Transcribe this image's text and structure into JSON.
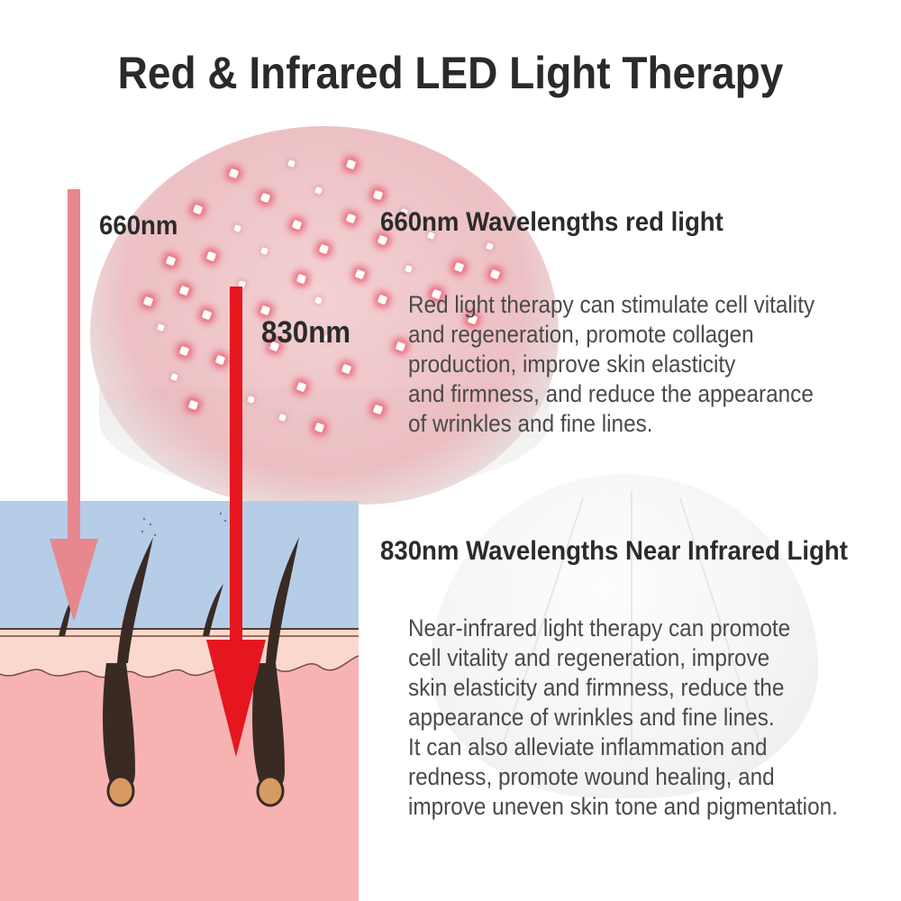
{
  "title": "Red & Infrared LED Light Therapy",
  "arrow_labels": {
    "red": "660nm",
    "infrared": "830nm"
  },
  "red_light": {
    "heading": "660nm Wavelengths red light",
    "lines": [
      "Red light therapy can stimulate cell vitality",
      "and regeneration, promote collagen",
      "production, improve skin elasticity",
      "and firmness, and reduce the appearance",
      "of wrinkles and fine lines."
    ]
  },
  "infrared_light": {
    "heading": "830nm Wavelengths Near Infrared Light",
    "lines": [
      "Near-infrared light therapy can promote",
      "cell vitality and regeneration, improve",
      "skin elasticity and firmness, reduce the",
      "appearance of wrinkles and fine lines.",
      "It can also alleviate inflammation and",
      "redness, promote wound healing, and",
      "improve uneven skin tone and pigmentation."
    ]
  },
  "colors": {
    "red_arrow": "#e8888e",
    "infrared_arrow": "#e6161f",
    "sky": "#b6cde8",
    "skin": "#f6b3b2",
    "epidermis": "#fbd8cd",
    "hair": "#3a2a24"
  }
}
